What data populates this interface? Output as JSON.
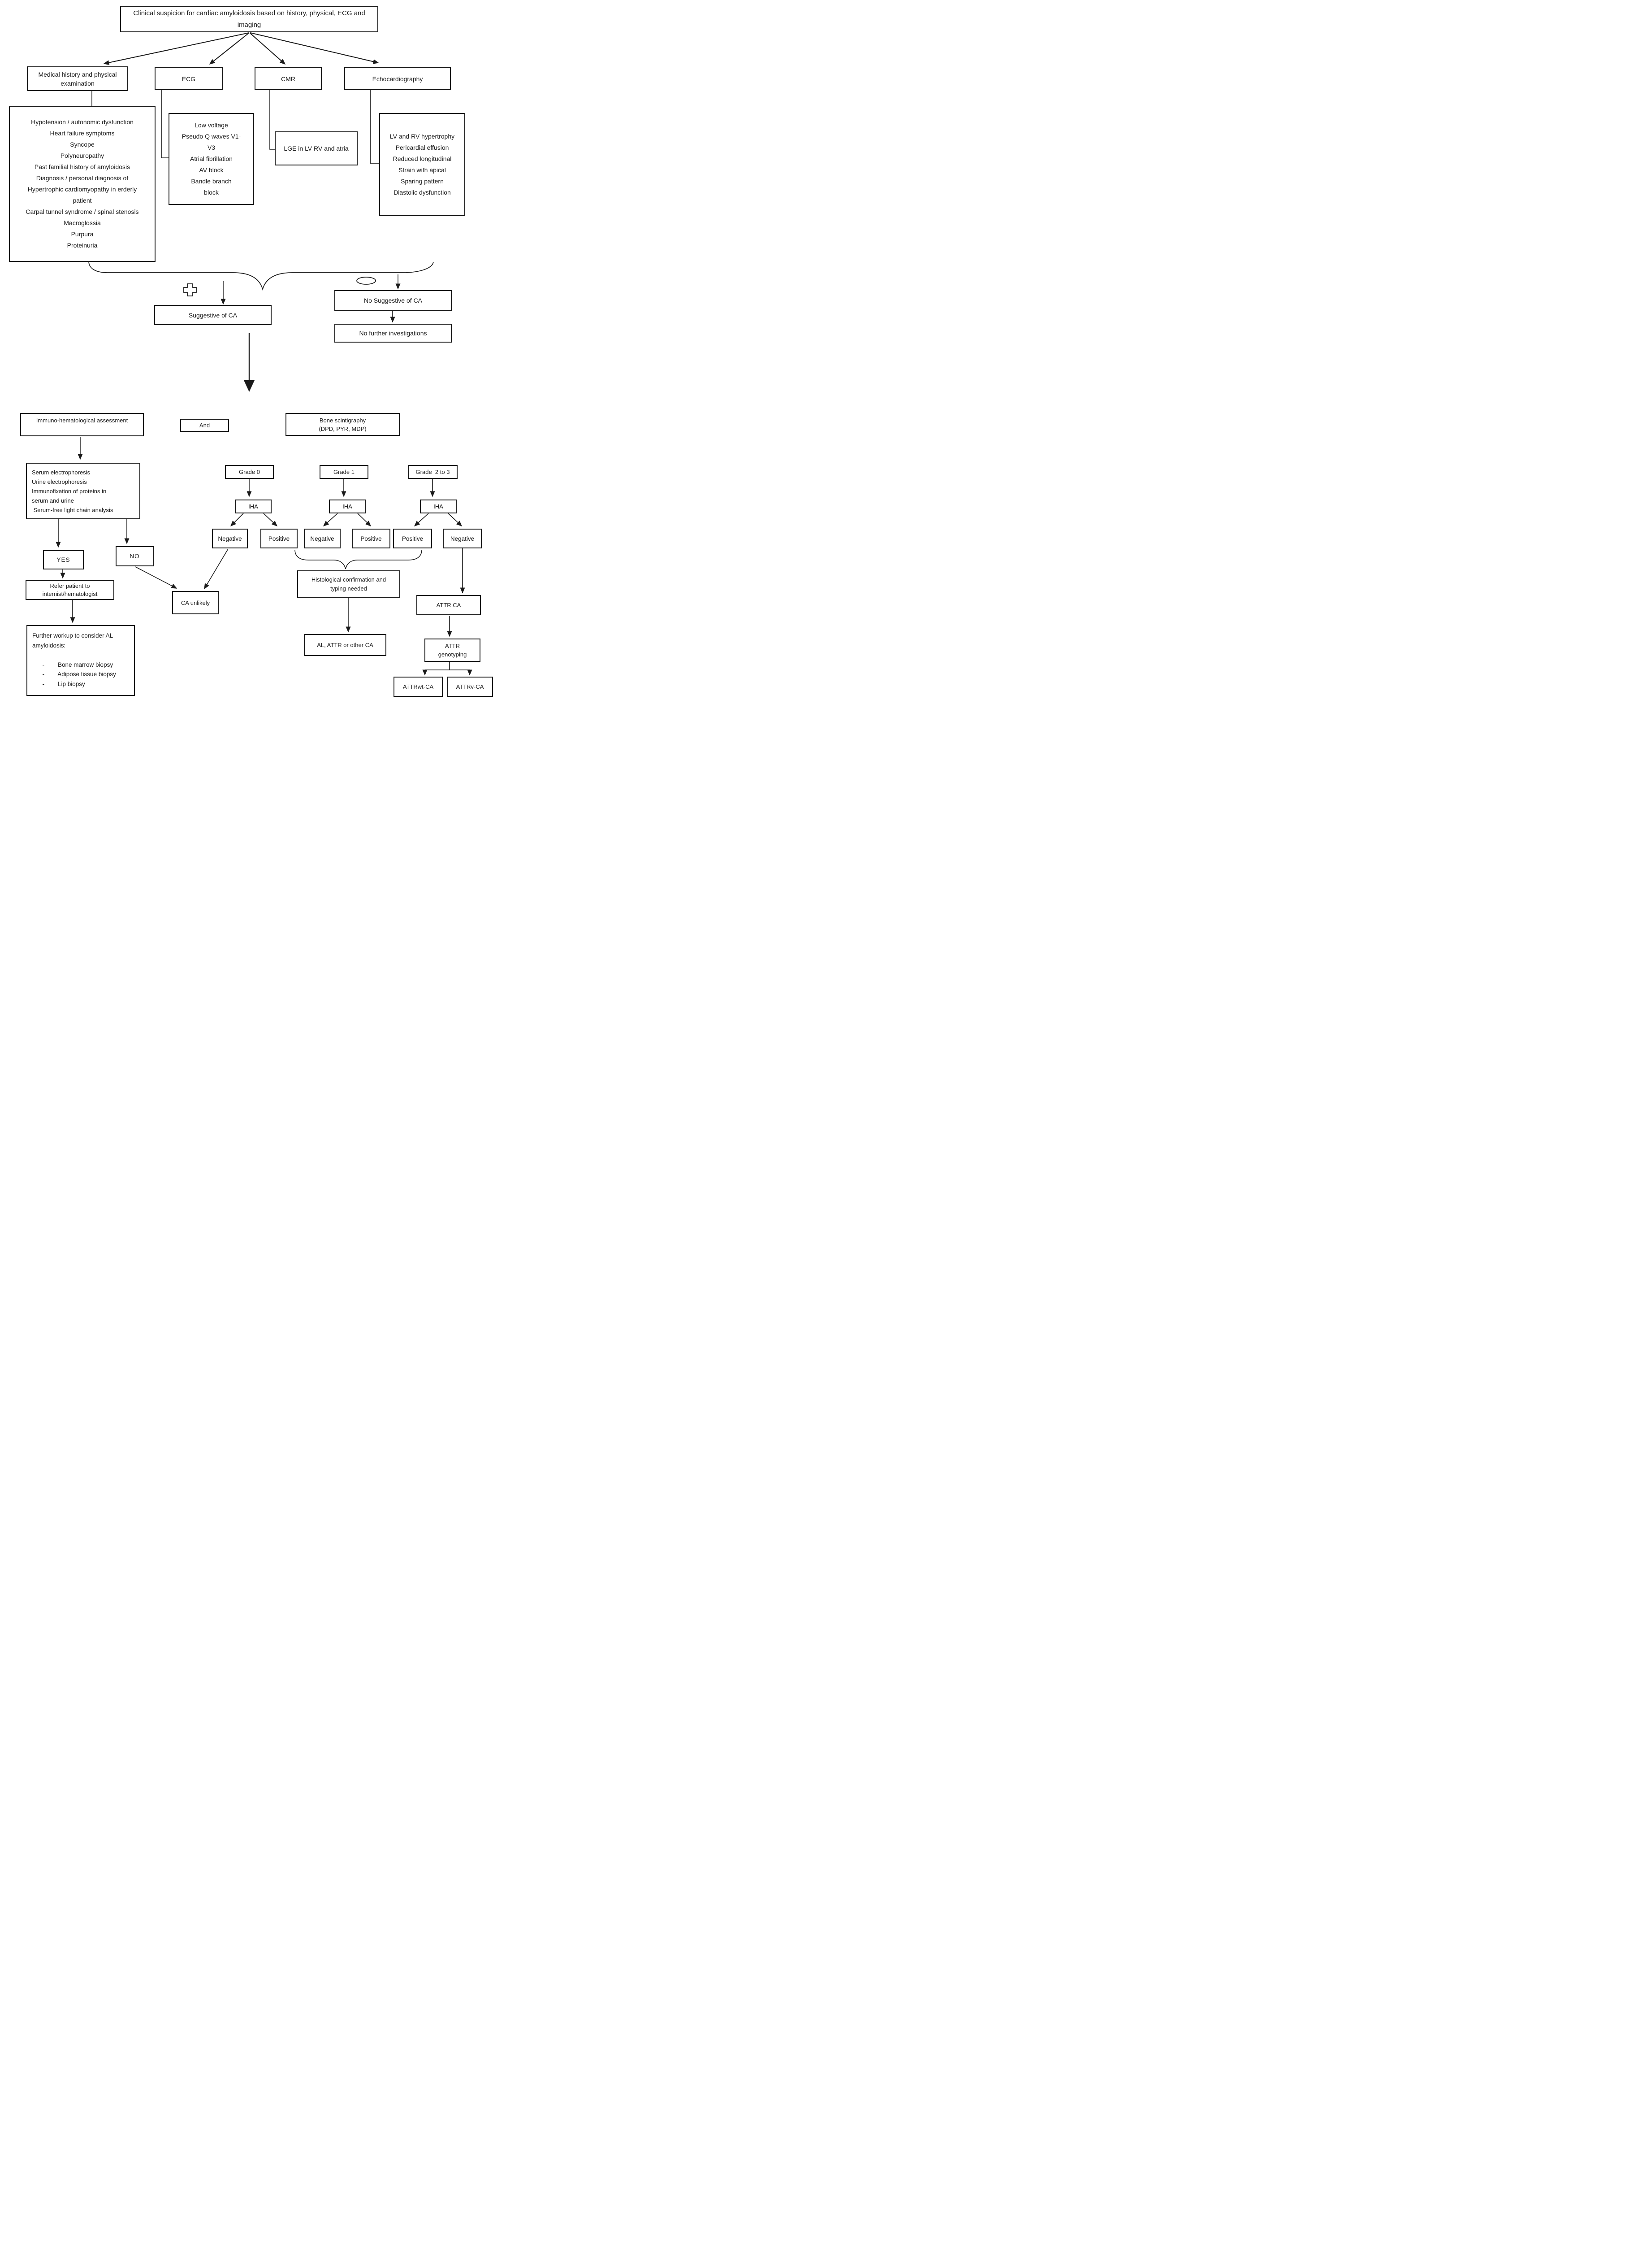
{
  "theme": {
    "ink": "#1a1a1a",
    "background": "#ffffff"
  },
  "icons": {
    "and_marker": "plus-cross-icon",
    "or_marker": "oval-icon"
  },
  "nodes": {
    "title": {
      "label": "Clinical suspicion for cardiac amyloidosis based on history, physical, ECG and\nimaging"
    },
    "medical_history": {
      "label": "Medical history and physical\nexamination"
    },
    "ecg": {
      "label": "ECG"
    },
    "cmr": {
      "label": "CMR"
    },
    "echo": {
      "label": "Echocardiography"
    },
    "medical_history_findings": {
      "label": "Hypotension / autonomic dysfunction\nHeart failure symptoms\nSyncope\nPolyneuropathy\nPast familial history of amyloidosis\nDiagnosis / personal diagnosis of\nHypertrophic cardiomyopathy in erderly\npatient\nCarpal tunnel syndrome / spinal stenosis\nMacroglossia\nPurpura\nProteinuria"
    },
    "ecg_findings": {
      "label": "Low voltage\nPseudo Q waves V1-\nV3\nAtrial fibrillation\nAV block\nBandle branch\nblock"
    },
    "cmr_findings": {
      "label": "LGE in LV RV and atria"
    },
    "echo_findings": {
      "label": "LV and RV hypertrophy\nPericardial effusion\nReduced longitudinal\nStrain with apical\nSparing pattern\nDiastolic dysfunction"
    },
    "suggestive": {
      "label": "Suggestive of CA"
    },
    "not_suggestive": {
      "label": "No Suggestive of CA"
    },
    "no_further": {
      "label": "No further investigations"
    },
    "immuno": {
      "label": "Immuno-hematological assessment"
    },
    "and": {
      "label": "And"
    },
    "bone": {
      "label": "Bone scintigraphy\n(DPD, PYR, MDP)"
    },
    "serum": {
      "label": "Serum electrophoresis\nUrine electrophoresis\nImmunofixation of proteins in\nserum and urine\n Serum-free light chain analysis"
    },
    "grade0": {
      "label": "Grade 0"
    },
    "grade1": {
      "label": "Grade 1"
    },
    "grade23": {
      "label": "Grade  2 to 3"
    },
    "iha_grade0": {
      "label": "IHA"
    },
    "iha_grade1": {
      "label": "IHA"
    },
    "iha_grade23": {
      "label": "IHA"
    },
    "negative_grade0": {
      "label": "Negative"
    },
    "positive_grade0": {
      "label": "Positive"
    },
    "negative_grade1": {
      "label": "Negative"
    },
    "positive_grade1": {
      "label": "Positive"
    },
    "positive_grade23": {
      "label": "Positive"
    },
    "negative_grade23": {
      "label": "Negative"
    },
    "yes": {
      "label": "YES"
    },
    "no": {
      "label": "NO"
    },
    "refer": {
      "label": "Refer patient to\ninternist/hematologist"
    },
    "ca_unlikely": {
      "label": "CA unlikely"
    },
    "further_workup": {
      "label": "Further workup to consider AL-\namyloidosis:\n\n      -        Bone marrow biopsy\n      -        Adipose tissue biopsy\n      -        Lip biopsy"
    },
    "histological": {
      "label": "Histological confirmation and\ntyping needed"
    },
    "al_attr_other": {
      "label": "AL, ATTR or other CA"
    },
    "attr_ca": {
      "label": "ATTR CA"
    },
    "attr_genotyping": {
      "label": "ATTR\ngenotyping"
    },
    "attrwt_ca": {
      "label": "ATTRwt-CA"
    },
    "attrv_ca": {
      "label": "ATTRv-CA"
    }
  }
}
